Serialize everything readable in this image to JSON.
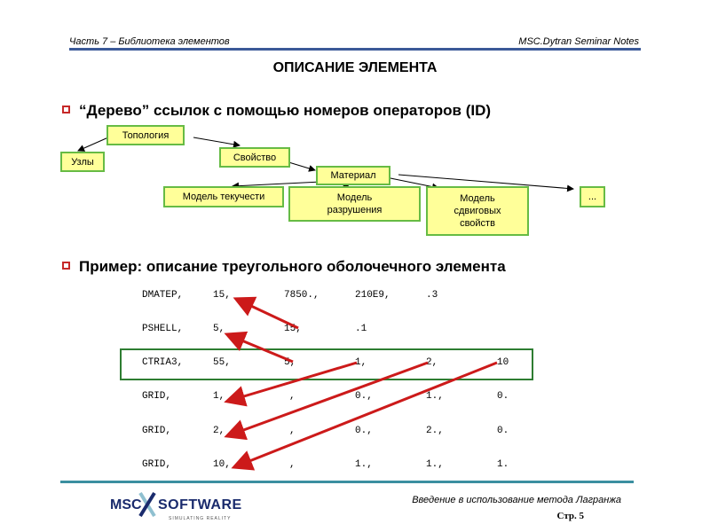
{
  "header": {
    "left": "Часть 7 – Библиотека элементов",
    "right": "MSC.Dytran Seminar Notes"
  },
  "title": "ОПИСАНИЕ ЭЛЕМЕНТА",
  "bullets": [
    "“Дерево” ссылок с помощью номеров операторов (ID)",
    "Пример: описание треугольного оболочечного элемента"
  ],
  "tree": {
    "topology": "Топология",
    "nodes": "Узлы",
    "property": "Свойство",
    "material": "Материал",
    "flow_model": "Модель текучести",
    "fracture_model_l1": "Модель",
    "fracture_model_l2": "разрушения",
    "shear_model_l1": "Модель",
    "shear_model_l2": "сдвиговых",
    "shear_model_l3": "свойств",
    "more": "..."
  },
  "table": {
    "rows": [
      [
        "DMATEP,",
        "15,",
        "7850.,",
        "210E9,",
        ".3",
        "",
        ""
      ],
      [
        "PSHELL,",
        "5,",
        "15,",
        ".1",
        "",
        "",
        ""
      ],
      [
        "CTRIA3,",
        "55,",
        "5,",
        "1,",
        "2,",
        "10",
        ""
      ],
      [
        "GRID,",
        "1,",
        ",",
        "0.,",
        "1.,",
        "0.",
        ""
      ],
      [
        "GRID,",
        "2,",
        ",",
        "0.,",
        "2.,",
        "0.",
        ""
      ],
      [
        "GRID,",
        "10,",
        ",",
        "1.,",
        "1.,",
        "1.",
        ""
      ]
    ]
  },
  "footer": {
    "logo_msc": "MSC",
    "logo_software": "SOFTWARE",
    "logo_tagline": "SIMULATING REALITY",
    "course": "Введение в использование метода Лагранжа",
    "page": "Стр. 5"
  },
  "colors": {
    "box_fill": "#ffff99",
    "box_border": "#66bb44",
    "arrow": "#cc1a1a",
    "rule": "#3b5998"
  }
}
